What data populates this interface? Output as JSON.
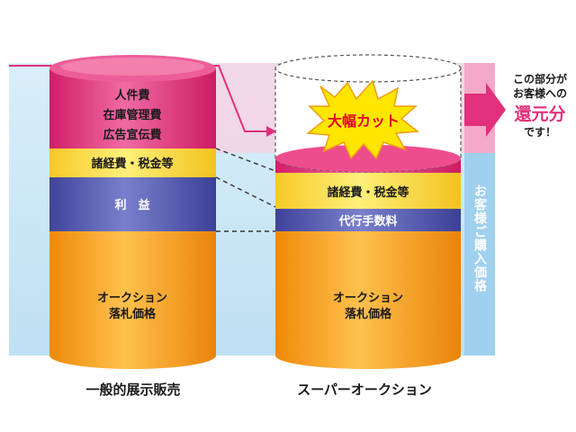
{
  "colors": {
    "pink": "#e2307a",
    "yellow": "#ffe24a",
    "purple": "#5a5fb0",
    "orange": "#f49a16",
    "light_blue": "#c7e4f5",
    "light_pink": "#f3c6dc",
    "starburst": "#ffe600"
  },
  "left_column": {
    "caption": "一般的展示販売",
    "segments": {
      "costs": [
        "人件費",
        "在庫管理費",
        "広告宣伝費"
      ],
      "expenses_tax": "諸経費・税金等",
      "profit": "利　益",
      "auction_price": [
        "オークション",
        "落札価格"
      ]
    }
  },
  "right_column": {
    "caption": "スーパーオークション",
    "big_cut_label": "大幅カット",
    "segments": {
      "expenses_tax": "諸経費・税金等",
      "fee": "代行手数料",
      "auction_price": [
        "オークション",
        "落札価格"
      ]
    }
  },
  "side_band_label": "お客様ご購入価格",
  "refund_note": {
    "line1": "この部分が",
    "line2": "お客様への",
    "highlight": "還元分",
    "line4": "です！"
  }
}
